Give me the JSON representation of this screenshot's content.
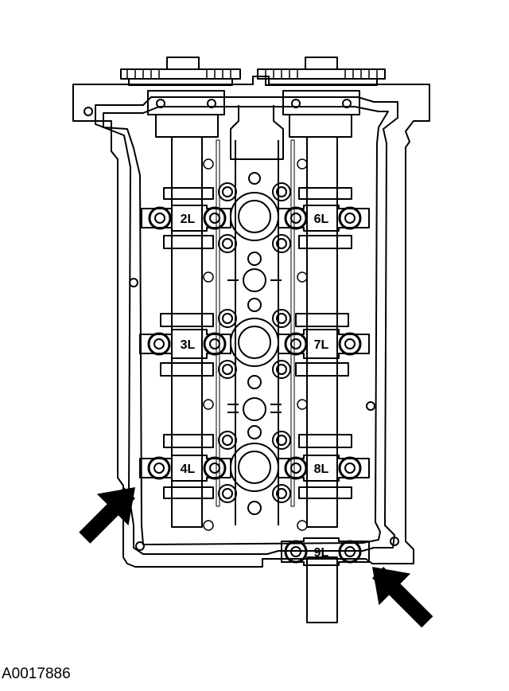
{
  "figure": {
    "id": "A0017886",
    "colors": {
      "line": "#000000",
      "background": "#ffffff"
    }
  },
  "bearing_caps": [
    {
      "label": "2L"
    },
    {
      "label": "6L"
    },
    {
      "label": "3L"
    },
    {
      "label": "7L"
    },
    {
      "label": "4L"
    },
    {
      "label": "8L"
    },
    {
      "label": "9L"
    }
  ],
  "arrows": [
    {
      "name": "left-arrow",
      "direction": "up-right"
    },
    {
      "name": "right-arrow",
      "direction": "up-left"
    }
  ]
}
